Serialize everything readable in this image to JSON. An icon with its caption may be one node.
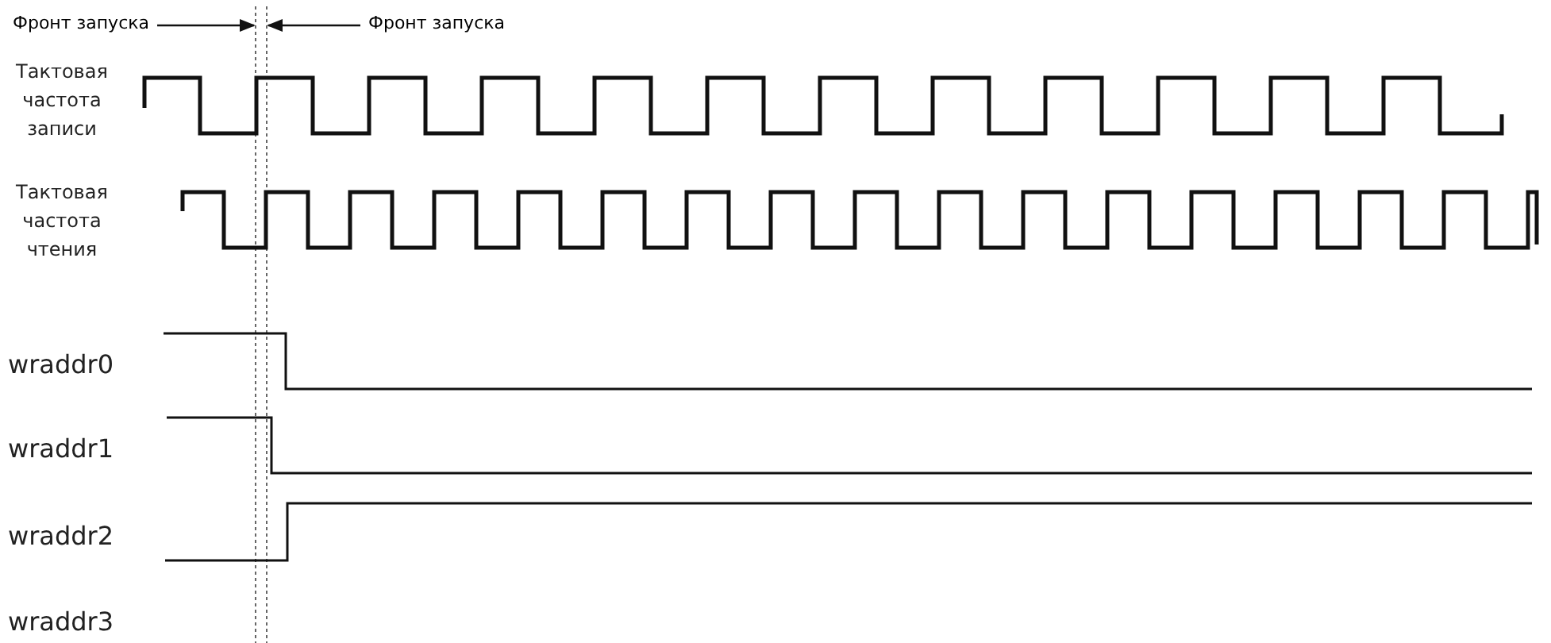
{
  "diagram": {
    "nodes": [
      {
        "text": [
          "Фронт запуска"
        ]
      },
      {
        "text": [],
        "shape": "line"
      },
      {
        "text": [],
        "shape": "line"
      },
      {
        "text": [
          "Фронт запуска"
        ]
      }
    ],
    "edges": [
      {
        "from": 0,
        "to": 1,
        "arrow": "to"
      },
      {
        "from": 3,
        "to": 2,
        "arrow": "to"
      }
    ],
    "labels": [
      "Тактовая частота записи",
      "Тактовая частота чтения",
      "wraddr0",
      "wraddr1",
      "wraddr2",
      "wraddr3"
    ]
  }
}
